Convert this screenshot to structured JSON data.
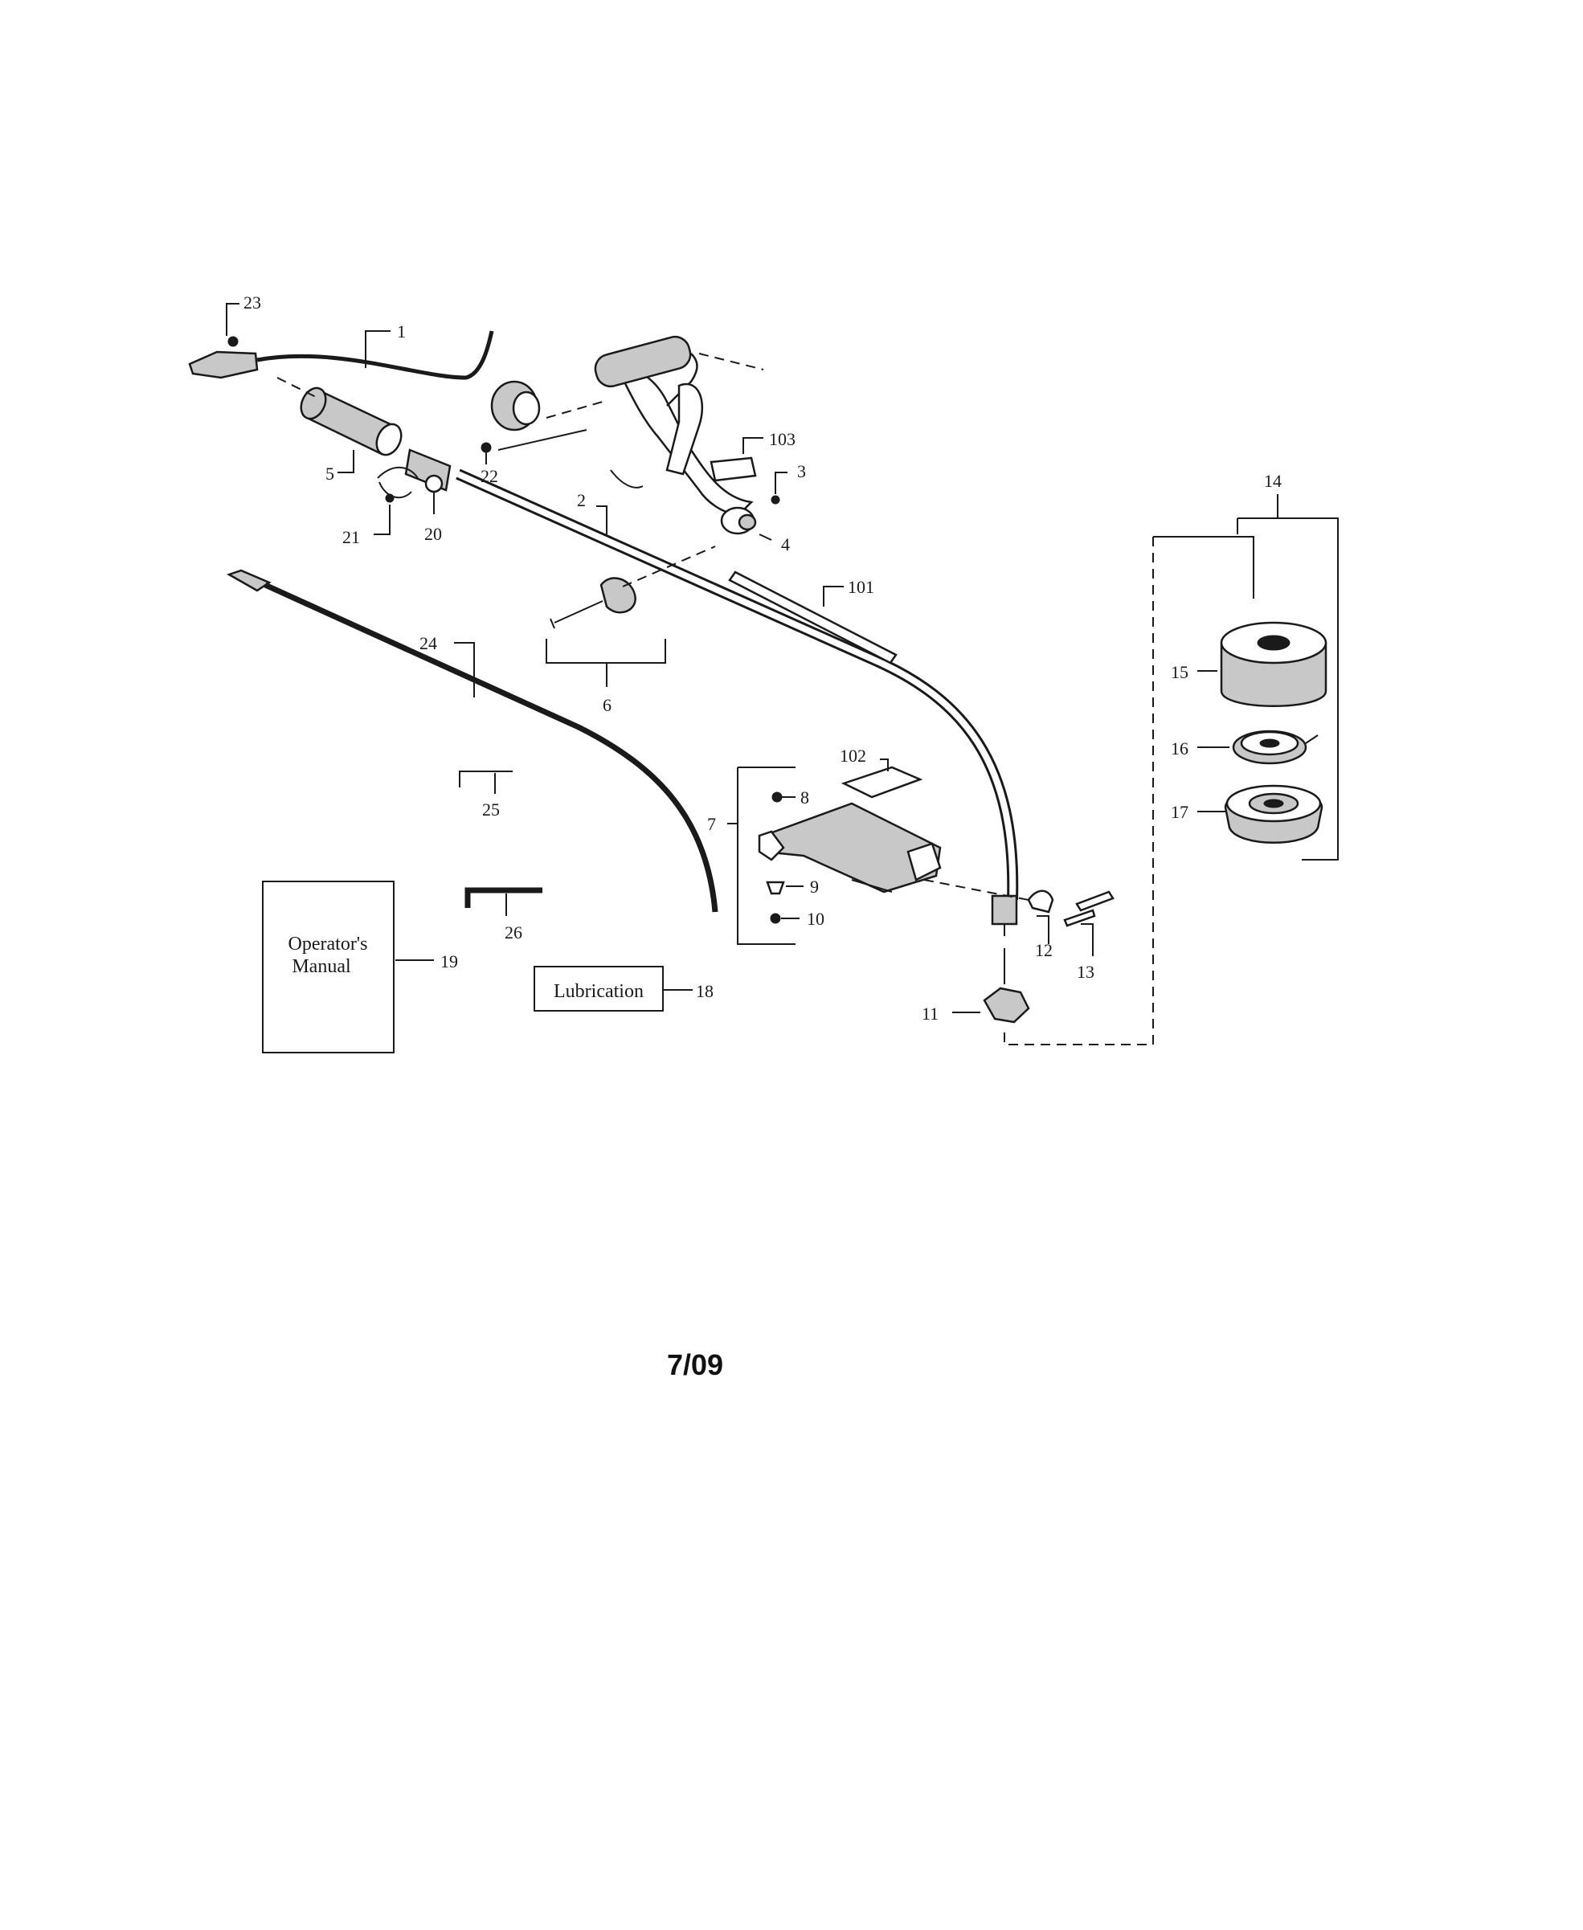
{
  "diagram": {
    "callouts": {
      "c1": "1",
      "c2": "2",
      "c3": "3",
      "c4": "4",
      "c5": "5",
      "c6": "6",
      "c7": "7",
      "c8": "8",
      "c9": "9",
      "c10": "10",
      "c11": "11",
      "c12": "12",
      "c13": "13",
      "c14": "14",
      "c15": "15",
      "c16": "16",
      "c17": "17",
      "c18": "18",
      "c19": "19",
      "c20": "20",
      "c21": "21",
      "c22": "22",
      "c23": "23",
      "c24": "24",
      "c25": "25",
      "c26": "26",
      "c101": "101",
      "c102": "102",
      "c103": "103"
    },
    "manual_line1": "Operator's",
    "manual_line2": "Manual",
    "lubrication": "Lubrication"
  },
  "footer": {
    "date": "7/09"
  }
}
